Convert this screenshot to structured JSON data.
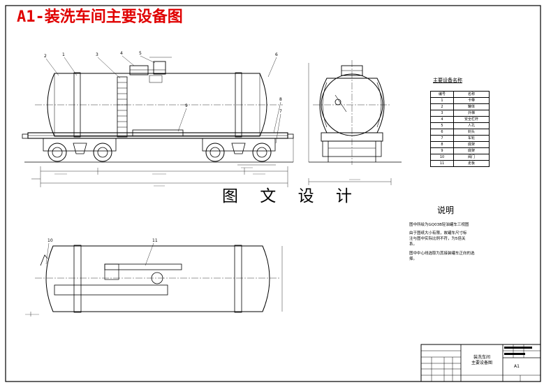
{
  "title": "A1-装洗车间主要设备图",
  "watermark": "图 文 设 计",
  "notes": {
    "heading": "说明",
    "lines": [
      "图中所绘为GQ03B轻油罐车三视图",
      "由于图纸大小有限，故罐车尺寸标",
      "注与图中实际比例不符，为5倍关",
      "系。",
      "图中中心线选取为其接装罐车正向的选",
      "择。"
    ]
  },
  "equipment": {
    "heading": "主要设备名称",
    "header": [
      "编号",
      "名称"
    ],
    "rows": [
      [
        "1",
        "卡带"
      ],
      [
        "2",
        "罐体"
      ],
      [
        "3",
        "外梯"
      ],
      [
        "4",
        "安全栏杆"
      ],
      [
        "5",
        "人孔"
      ],
      [
        "6",
        "封头"
      ],
      [
        "7",
        "车轮"
      ],
      [
        "8",
        "底架"
      ],
      [
        "9",
        "底架"
      ],
      [
        "10",
        "阀门"
      ],
      [
        "11",
        "走板"
      ]
    ]
  },
  "callouts": {
    "c1": "1",
    "c2": "2",
    "c3": "3",
    "c4": "4",
    "c5": "5",
    "c6": "6",
    "c7": "7",
    "c8": "8",
    "c9": "9",
    "c10": "10",
    "c11": "11"
  },
  "title_block": {
    "name_line1": "装洗车间",
    "name_line2": "主要设备图",
    "sheet": "A1"
  }
}
